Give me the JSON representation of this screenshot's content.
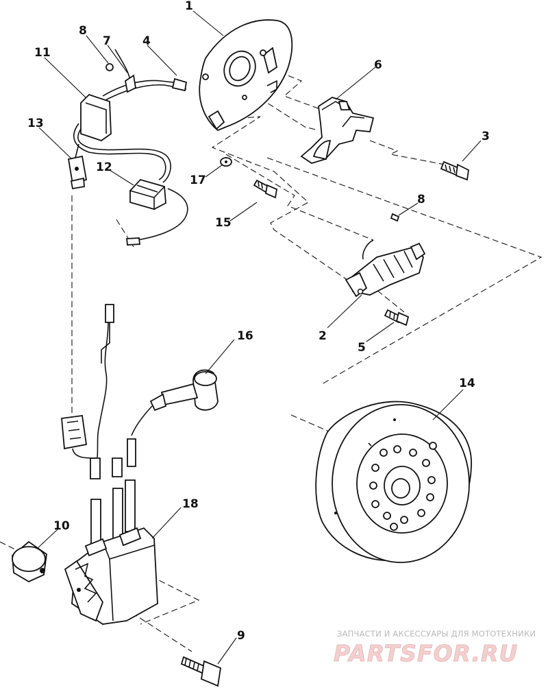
{
  "callouts": [
    {
      "id": "c1",
      "text": "1"
    },
    {
      "id": "c2",
      "text": "2"
    },
    {
      "id": "c3",
      "text": "3"
    },
    {
      "id": "c4",
      "text": "4"
    },
    {
      "id": "c5",
      "text": "5"
    },
    {
      "id": "c6",
      "text": "6"
    },
    {
      "id": "c7",
      "text": "7"
    },
    {
      "id": "c8a",
      "text": "8"
    },
    {
      "id": "c8b",
      "text": "8"
    },
    {
      "id": "c9",
      "text": "9"
    },
    {
      "id": "c10",
      "text": "10"
    },
    {
      "id": "c11",
      "text": "11"
    },
    {
      "id": "c12",
      "text": "12"
    },
    {
      "id": "c13",
      "text": "13"
    },
    {
      "id": "c14",
      "text": "14"
    },
    {
      "id": "c15",
      "text": "15"
    },
    {
      "id": "c16",
      "text": "16"
    },
    {
      "id": "c17",
      "text": "17"
    },
    {
      "id": "c18",
      "text": "18"
    }
  ],
  "watermark": {
    "subtitle": "ЗАПЧАСТИ И АКСЕССУАРЫ ДЛЯ МОТОТЕХНИКИ",
    "brand": "PARTSFOR.RU"
  }
}
